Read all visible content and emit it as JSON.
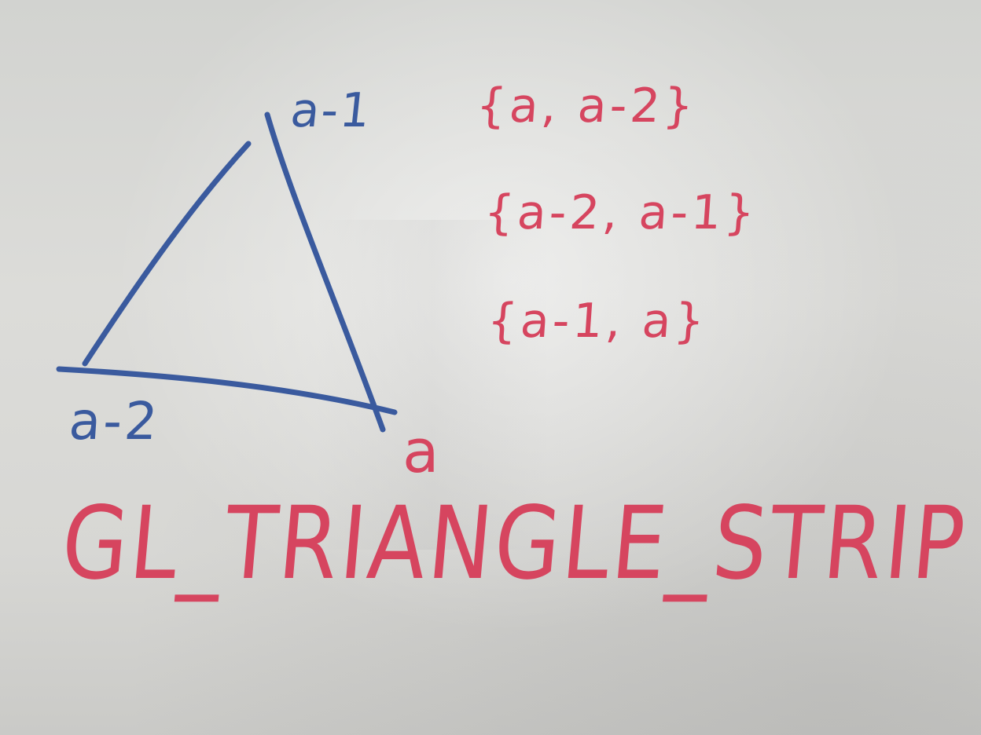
{
  "colors": {
    "blue_ink": "#3a5a9e",
    "red_ink": "#d6455f",
    "whiteboard": "#d6d6d3"
  },
  "diagram": {
    "shape": "triangle",
    "vertex_labels": {
      "top": "a-1",
      "bottom_left": "a-2",
      "bottom_right": "a"
    }
  },
  "sets": [
    "{a, a-2}",
    "{a-2, a-1}",
    "{a-1, a}"
  ],
  "title": "GL_TRIANGLE_STRIP"
}
